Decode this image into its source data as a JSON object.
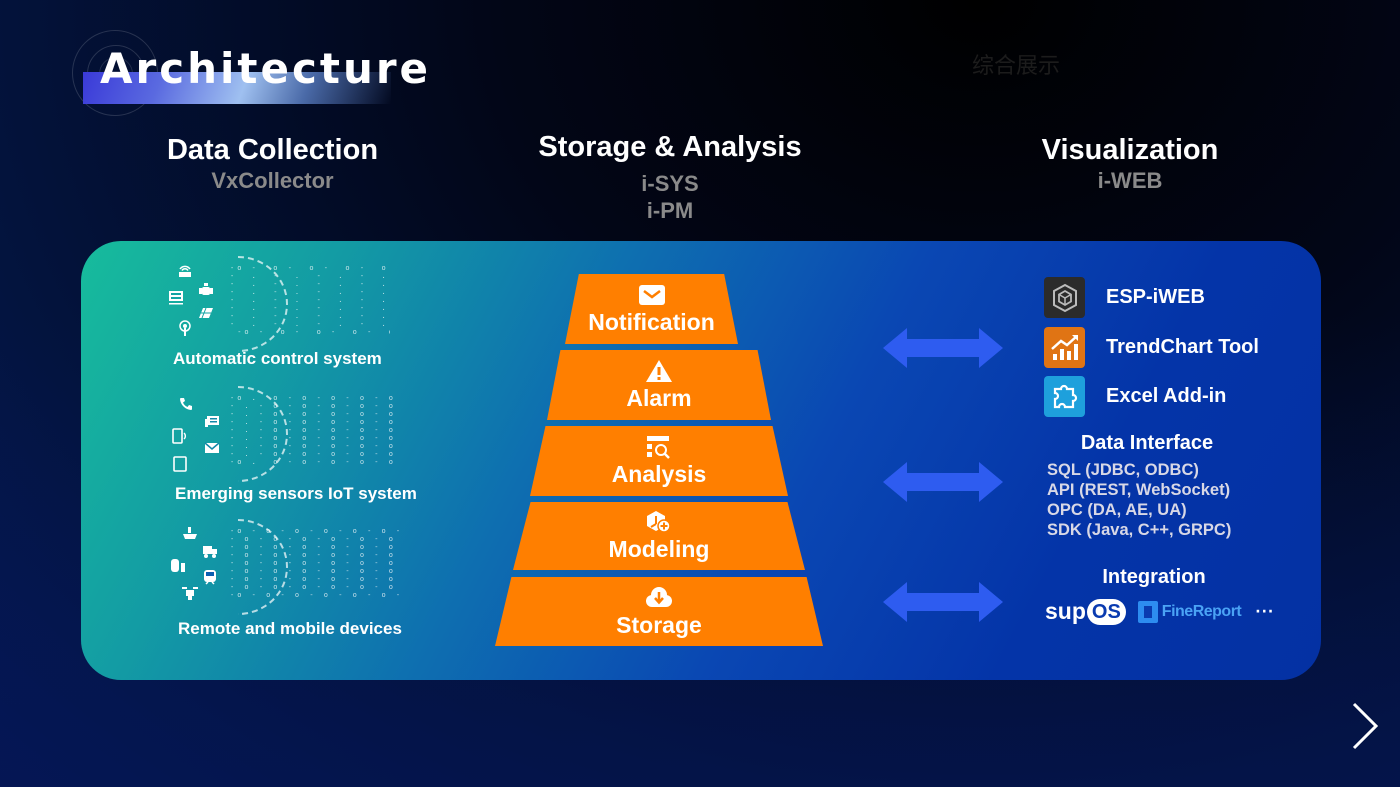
{
  "slide": {
    "title": "Architecture",
    "ghost_label": "综合展示",
    "next_icon": "chevron-right-icon"
  },
  "columns": {
    "collection": {
      "heading": "Data Collection",
      "sub": [
        "VxCollector"
      ]
    },
    "storage": {
      "heading": "Storage & Analysis",
      "sub": [
        "i-SYS",
        "i-PM"
      ]
    },
    "visualization": {
      "heading": "Visualization",
      "sub": [
        "i-WEB"
      ]
    }
  },
  "collection_items": [
    {
      "label": "Automatic control system",
      "icons": [
        "router-icon",
        "valve-icon",
        "server-icon",
        "solar-panel-icon",
        "antenna-icon"
      ]
    },
    {
      "label": "Emerging sensors IoT system",
      "icons": [
        "phone-icon",
        "chat-icon",
        "mobile-icon",
        "mail-icon",
        "tablet-icon"
      ]
    },
    {
      "label": "Remote and mobile devices",
      "icons": [
        "ship-icon",
        "truck-icon",
        "tank-icon",
        "train-icon",
        "drone-icon"
      ]
    }
  ],
  "pyramid": [
    {
      "label": "Notification",
      "icon": "mail-icon"
    },
    {
      "label": "Alarm",
      "icon": "warning-icon"
    },
    {
      "label": "Analysis",
      "icon": "search-list-icon"
    },
    {
      "label": "Modeling",
      "icon": "model-add-icon"
    },
    {
      "label": "Storage",
      "icon": "cloud-download-icon"
    }
  ],
  "arrows": [
    "bidirectional-arrow-icon",
    "bidirectional-arrow-icon",
    "bidirectional-arrow-icon"
  ],
  "visualization": {
    "tools": [
      {
        "label": "ESP-iWEB",
        "icon": "cube-network-icon",
        "color": "#2b2b2b"
      },
      {
        "label": "TrendChart Tool",
        "icon": "trend-chart-icon",
        "color": "#e07414"
      },
      {
        "label": "Excel Add-in",
        "icon": "puzzle-icon",
        "color": "#1ea0dc"
      }
    ],
    "data_interface": {
      "title": "Data Interface",
      "items": [
        "SQL (JDBC, ODBC)",
        "API (REST, WebSocket)",
        "OPC (DA, AE, UA)",
        "SDK (Java, C++, GRPC)"
      ]
    },
    "integration": {
      "title": "Integration",
      "logos": {
        "supos_prefix": "sup",
        "supos_suffix": "OS",
        "finereport": "FineReport",
        "more": "···"
      }
    }
  },
  "colors": {
    "pyramid_orange": "#ff7f00",
    "arrow_blue": "#2e5cf0",
    "panel_start": "#17bc9c",
    "panel_end": "#0431a3",
    "subheading_gray": "#8a8a8a"
  }
}
